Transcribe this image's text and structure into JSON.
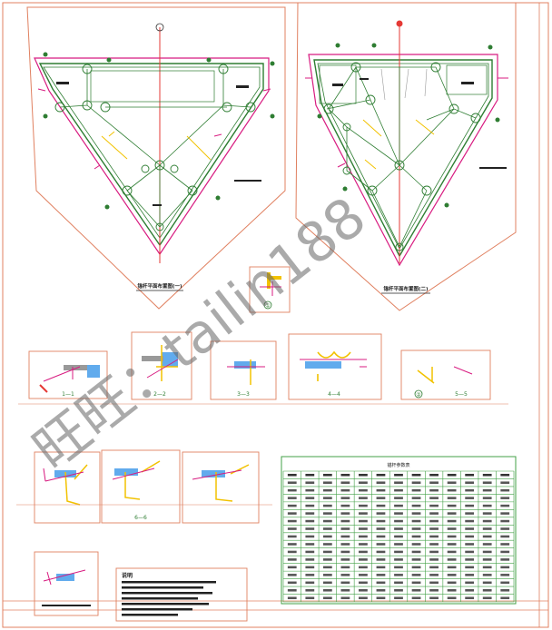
{
  "plans": {
    "plan1_title": "锚杆平面布置图(一)",
    "plan2_title": "锚杆平面布置图(二)",
    "section_labels": [
      "1—1",
      "2—2",
      "3—3",
      "4—4",
      "5—5",
      "6—6"
    ],
    "detail_callouts": [
      "①",
      "②"
    ]
  },
  "watermark": {
    "text_main": "旺旺：tailin188"
  },
  "colors": {
    "border": "#e08060",
    "plan_outline": "#2e7d32",
    "center_line": "#e53935",
    "magenta": "#d81b80",
    "yellow": "#f2c200",
    "dark": "#222222",
    "table_green": "#43a047"
  },
  "table": {
    "title": "锚杆参数表",
    "rows": 17,
    "cols": 13
  },
  "notes": {
    "heading": "说明"
  }
}
